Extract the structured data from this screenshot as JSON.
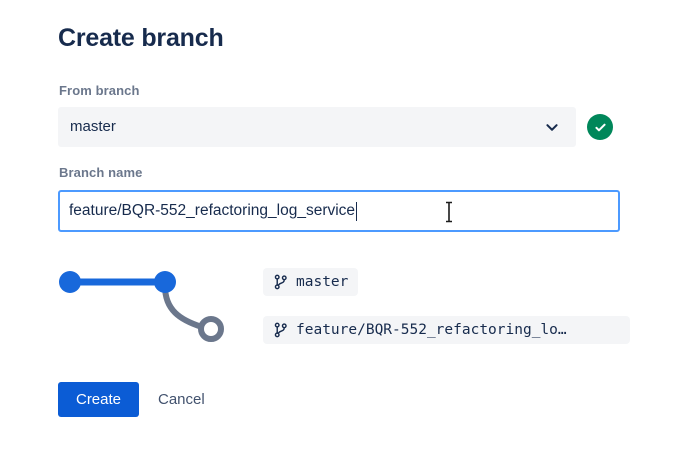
{
  "dialog": {
    "title": "Create branch"
  },
  "from_branch": {
    "label": "From branch",
    "selected": "master",
    "chevron_icon": "chevron-down-icon",
    "status_icon": "check-circle-icon",
    "status_color": "#00875A"
  },
  "branch_name": {
    "label": "Branch name",
    "value": "feature/BQR-552_refactoring_log_service",
    "placeholder": "",
    "focus_color": "#4C9AFF"
  },
  "graph": {
    "source_color": "#1868DB",
    "target_color": "#6B778C",
    "nodes": [
      {
        "name": "commit-node-start",
        "filled": true
      },
      {
        "name": "commit-node-branch-point",
        "filled": true
      },
      {
        "name": "commit-node-new-branch",
        "filled": false
      }
    ]
  },
  "pills": [
    {
      "name": "branch-pill-master",
      "icon": "git-branch-icon",
      "text": "master"
    },
    {
      "name": "branch-pill-feature",
      "icon": "git-branch-icon",
      "text": "feature/BQR-552_refactoring_lo…"
    }
  ],
  "actions": {
    "create_label": "Create",
    "cancel_label": "Cancel",
    "create_color": "#0B5CD5"
  }
}
